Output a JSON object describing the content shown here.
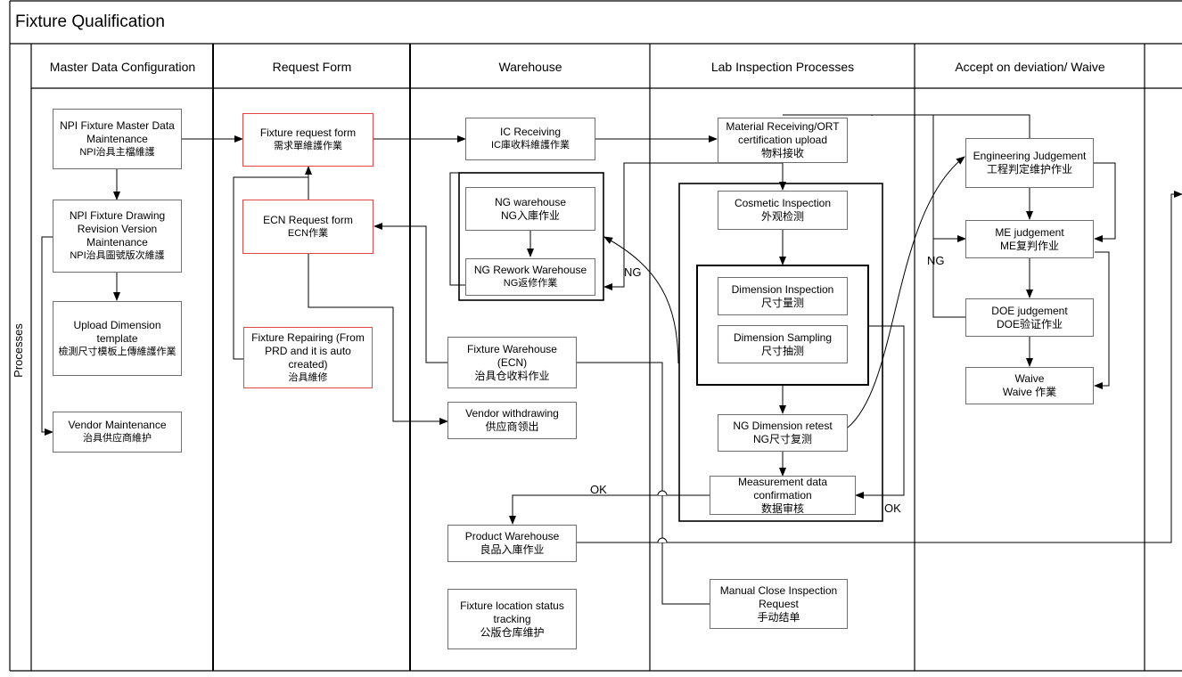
{
  "title": "Fixture Qualification",
  "side_label": "Processes",
  "lanes": [
    "Master Data Configuration",
    "Request Form",
    "Warehouse",
    "Lab Inspection Processes",
    "Accept on deviation/ Waive"
  ],
  "nodes": {
    "npi_master": {
      "en": "NPI Fixture Master Data Maintenance",
      "zh": "NPI治具主檔維護"
    },
    "npi_drawing": {
      "en": "NPI Fixture Drawing Revision Version Maintenance",
      "zh": "NPI治具圖號版次維護"
    },
    "upload_dim": {
      "en": "Upload Dimension template",
      "zh": "檢測尺寸模板上傳維護作業"
    },
    "vendor_maint": {
      "en": "Vendor Maintenance",
      "zh": "治具供应商維护"
    },
    "fixture_request": {
      "en": "Fixture request form",
      "zh": "需求單維護作業"
    },
    "ecn_request": {
      "en": "ECN Request form",
      "zh": "ECN作業"
    },
    "fixture_repair": {
      "en": "Fixture Repairing (From PRD and it is auto created)",
      "zh": "治具維修"
    },
    "ic_receiving": {
      "en": "IC Receiving",
      "zh": "IC庫收料維護作業"
    },
    "ng_warehouse": {
      "en": "NG warehouse",
      "zh": "NG入庫作业"
    },
    "ng_rework": {
      "en": "NG Rework Warehouse",
      "zh": "NG返修作業"
    },
    "fixture_warehouse": {
      "en": "Fixture Warehouse (ECN)",
      "zh": "治具仓收料作业"
    },
    "vendor_withdraw": {
      "en": "Vendor withdrawing",
      "zh": "供应商领出"
    },
    "product_warehouse": {
      "en": "Product Warehouse",
      "zh": "良品入庫作业"
    },
    "location_tracking": {
      "en": "Fixture location status tracking",
      "zh": "公版仓库维护"
    },
    "material_receiving": {
      "en": "Material Receiving/ORT certification upload",
      "zh": "物料接收"
    },
    "cosmetic": {
      "en": "Cosmetic Inspection",
      "zh": "外观检测"
    },
    "dimension_inspection": {
      "en": "Dimension Inspection",
      "zh": "尺寸量测"
    },
    "dimension_sampling": {
      "en": "Dimension Sampling",
      "zh": "尺寸抽测"
    },
    "ng_dimension_retest": {
      "en": "NG Dimension retest",
      "zh": "NG尺寸复测"
    },
    "measurement_confirm": {
      "en": "Measurement data confirmation",
      "zh": "数据审核"
    },
    "manual_close": {
      "en": "Manual Close Inspection Request",
      "zh": "手动结单"
    },
    "eng_judgement": {
      "en": "Engineering Judgement",
      "zh": "工程判定维护作业"
    },
    "me_judgement": {
      "en": "ME judgement",
      "zh": "ME复判作业"
    },
    "doe_judgement": {
      "en": "DOE judgement",
      "zh": "DOE验证作业"
    },
    "waive": {
      "en": "Waive",
      "zh": "Waive 作業"
    }
  },
  "edge_labels": {
    "ng_left": "NG",
    "ng_right": "NG",
    "ok_top": "OK",
    "ok_right": "OK"
  }
}
